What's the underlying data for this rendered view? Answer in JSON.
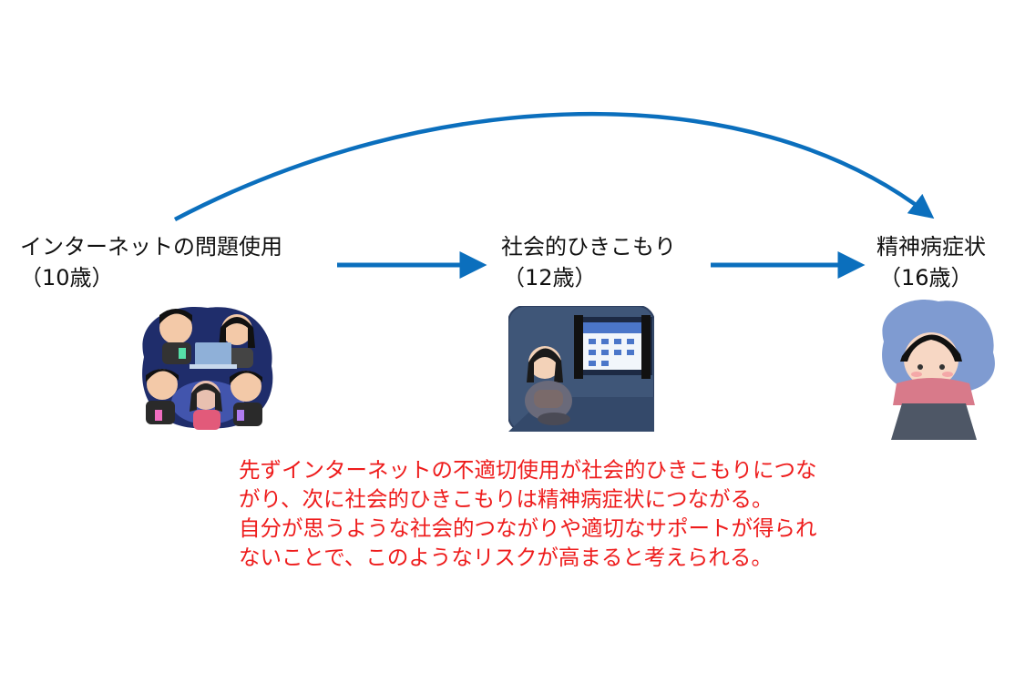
{
  "nodes": [
    {
      "label": "インターネットの問題使用",
      "age": "（10歳）",
      "illustration": "group-of-teens-using-phones-at-night"
    },
    {
      "label": "社会的ひきこもり",
      "age": "（12歳）",
      "illustration": "girl-hugging-knees-in-dark-room"
    },
    {
      "label": "精神病症状",
      "age": "（16歳）",
      "illustration": "anxious-girl-hugging-knees"
    }
  ],
  "caption_lines": [
    "先ずインターネットの不適切使用が社会的ひきこもりにつな",
    "がり、次に社会的ひきこもりは精神病症状につながる。",
    "自分が思うような社会的つながりや適切なサポートが得られ",
    "ないことで、このようなリスクが高まると考えられる。"
  ],
  "colors": {
    "arrow": "#0b6fbd",
    "caption": "#ee1c1c",
    "text": "#111111"
  }
}
